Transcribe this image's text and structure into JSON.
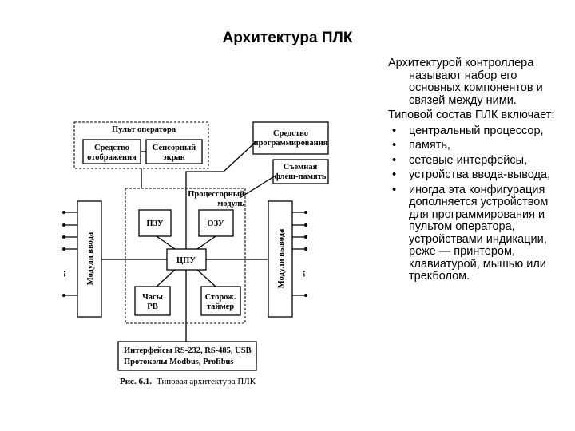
{
  "title": "Архитектура ПЛК",
  "diagram": {
    "operator_panel": "Пульт оператора",
    "display_device": [
      "Средство",
      "отображения"
    ],
    "touch_screen": [
      "Сенсорный",
      "экран"
    ],
    "programming_tool": [
      "Средство",
      "программирования"
    ],
    "flash_memory": [
      "Съемная",
      "флеш-память"
    ],
    "processor_module": [
      "Процессорный",
      "модуль"
    ],
    "rom": "ПЗУ",
    "ram": "ОЗУ",
    "cpu": "ЦПУ",
    "clock": [
      "Часы",
      "РВ"
    ],
    "watchdog": [
      "Сторож.",
      "таймер"
    ],
    "input_modules": "Модули ввода",
    "output_modules": "Модули вывода",
    "interfaces": [
      "Интерфейсы RS-232, RS-485, USB",
      "Протоколы Modbus, Profibus"
    ],
    "caption_label": "Рис. 6.1.",
    "caption_text": "Типовая архитектура ПЛК",
    "ellipsis": "..."
  },
  "text": {
    "para1": "Архитектурой контроллера называют набор его основных компонентов и связей между ними.",
    "para2": "Типовой состав ПЛК включает:",
    "bullet_glyph": "•",
    "bullets": [
      "центральный процессор,",
      "память,",
      "сетевые интерфейсы,",
      "устройства ввода-вывода,",
      "иногда эта конфигурация дополняется устройством для программирования и пультом оператора, устройствами индикации, реже — принтером, клавиатурой, мышью или трекболом."
    ]
  }
}
